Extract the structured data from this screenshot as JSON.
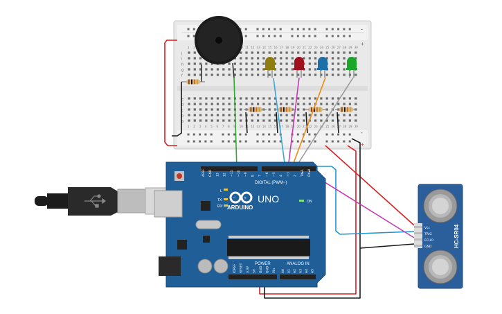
{
  "canvas": {
    "background": "#ffffff"
  },
  "arduino": {
    "brand": "ARDUINO",
    "model": "UNO",
    "digital_header_label": "DIGITAL (PWM~)",
    "power_label": "POWER",
    "analog_label": "ANALOG IN",
    "on_label": "ON",
    "tx_label": "TX",
    "rx_label": "RX",
    "l_label": "L",
    "digital_pins": [
      "AREF",
      "GND",
      "13",
      "12",
      "~11",
      "~10",
      "~9",
      "8",
      "7",
      "~6",
      "~5",
      "4",
      "~3",
      "2",
      "TX▸1",
      "RX◂0"
    ],
    "power_pins": [
      "IOREF",
      "RESET",
      "3.3V",
      "5V",
      "GND",
      "GND",
      "Vin"
    ],
    "analog_pins": [
      "A0",
      "A1",
      "A2",
      "A3",
      "A4",
      "A5"
    ],
    "board_color": "#1f5e97"
  },
  "sensor": {
    "model": "HC-SR04",
    "pins": [
      "Vcc",
      "TRIG",
      "ECHO",
      "GND"
    ],
    "color": "#2b5f9c"
  },
  "breadboard": {
    "row_labels_top": [
      "j",
      "i",
      "h",
      "g",
      "f"
    ],
    "row_labels_bottom": [
      "e",
      "d",
      "c",
      "b",
      "a"
    ],
    "column_numbers": [
      "1",
      "2",
      "3",
      "4",
      "5",
      "6",
      "7",
      "8",
      "9",
      "10",
      "11",
      "12",
      "13",
      "14",
      "15",
      "16",
      "17",
      "18",
      "19",
      "20",
      "21",
      "22",
      "23",
      "24",
      "25",
      "26",
      "27",
      "28",
      "29",
      "30"
    ],
    "rail_plus": "+",
    "rail_minus": "-"
  },
  "leds": [
    {
      "name": "yellow",
      "color": "#8f7d10"
    },
    {
      "name": "red",
      "color": "#a0101a"
    },
    {
      "name": "blue",
      "color": "#1d6fa8"
    },
    {
      "name": "green",
      "color": "#19a629"
    }
  ],
  "wire_colors": {
    "red": "#d51f1f",
    "black": "#1a1a1a",
    "green": "#31a830",
    "cyan": "#3aa7d8",
    "magenta": "#c43bb3",
    "orange": "#f08a10",
    "gray": "#9a9a9a",
    "sky": "#1c95d6"
  }
}
